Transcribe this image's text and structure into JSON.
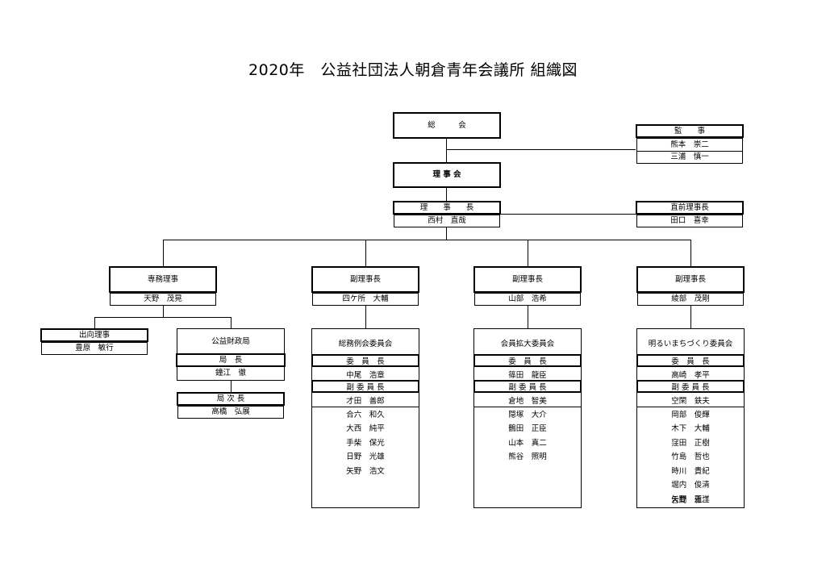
{
  "title": "2020年　公益社団法人朝倉青年会議所 組織図",
  "general_assembly": "総　　　会",
  "board": "理 事 会",
  "auditors": {
    "label": "監　　事",
    "names": [
      "熊本　崇二",
      "三浦　慎一"
    ]
  },
  "president": {
    "label": "理　　事　　長",
    "name": "西村　直哉"
  },
  "past_president": {
    "label": "直前理事長",
    "name": "田口　喜幸"
  },
  "executives": [
    {
      "label": "専務理事",
      "name": "天野　茂晃"
    },
    {
      "label": "副理事長",
      "name": "四ケ所　大輔"
    },
    {
      "label": "副理事長",
      "name": "山部　浩希"
    },
    {
      "label": "副理事長",
      "name": "綾部　茂剛"
    }
  ],
  "seconded": {
    "label": "出向理事",
    "name": "豊原　敏行"
  },
  "finance": {
    "label": "公益財政局",
    "chief_label": "局　長",
    "chief": "鐘江　徹",
    "deputy_label": "局 次 長",
    "deputy": "高橋　弘展"
  },
  "committees": [
    {
      "name": "総務例会委員会",
      "chair_label": "委　員　長",
      "chair": "中尾　浩章",
      "vice_label": "副 委 員 長",
      "vice": "才田　善郎",
      "members": [
        "合六　和久",
        "大西　純平",
        "手柴　保光",
        "日野　光雄",
        "矢野　浩文"
      ]
    },
    {
      "name": "会員拡大委員会",
      "chair_label": "委　員　長",
      "chair": "篠田　龍臣",
      "vice_label": "副 委 員 長",
      "vice": "倉地　智美",
      "members": [
        "隠塚　大介",
        "鶴田　正臣",
        "山本　真二",
        "熊谷　照明"
      ]
    },
    {
      "name": "明るいまちづくり委員会",
      "chair_label": "委　員　長",
      "chair": "高崎　孝平",
      "vice_label": "副 委 員 長",
      "vice": "空閑　鉄夫",
      "members": [
        "岡部　俊輝",
        "木下　大輔",
        "窪田　正樹",
        "竹島　哲也",
        "時川　貴紀",
        "堀内　俊清",
        "矢野　正洋",
        "舌間　雅二"
      ]
    }
  ]
}
